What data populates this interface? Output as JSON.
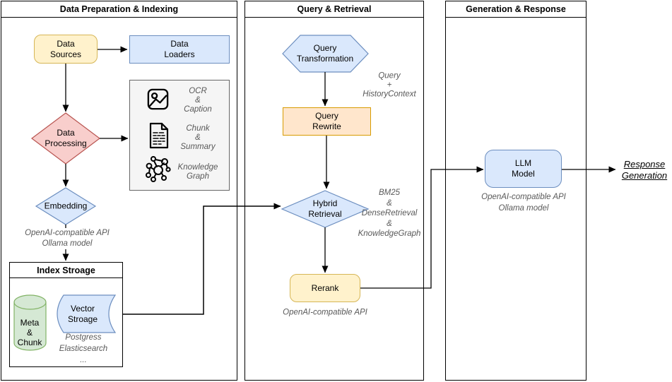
{
  "panels": {
    "prep": {
      "title": "Data Preparation & Indexing"
    },
    "query": {
      "title": "Query & Retrieval"
    },
    "gen": {
      "title": "Generation & Response"
    }
  },
  "nodes": {
    "data_sources": "Data\nSources",
    "data_loaders": "Data\nLoaders",
    "data_processing": "Data\nProcessing",
    "embedding": "Embedding",
    "embedding_note": "OpenAI-compatible API\nOllama model",
    "index_storage_title": "Index Stroage",
    "meta_chunk": "Meta\n&\nChunk",
    "vector_storage": "Vector\nStroage",
    "vector_note": "Postgress\nElasticsearch\n...",
    "query_transformation": "Query\nTransformation",
    "query_note": "Query\n+\nHistoryContext",
    "query_rewrite": "Query\nRewrite",
    "hybrid_retrieval": "Hybrid\nRetrieval",
    "hybrid_note": "BM25\n&\nDenseRetrieval\n&\nKnowledgeGraph",
    "rerank": "Rerank",
    "rerank_note": "OpenAI-compatible API",
    "llm_model": "LLM\nModel",
    "llm_note": "OpenAI-compatible API\nOllama model",
    "response_generation": "Response\nGeneration"
  },
  "notes_box": {
    "items": [
      {
        "icon": "image-icon",
        "label": "OCR\n&\nCaption"
      },
      {
        "icon": "document-icon",
        "label": "Chunk\n&\nSummary"
      },
      {
        "icon": "knowledge-graph-icon",
        "label": "Knowledge\nGraph"
      }
    ]
  },
  "colors": {
    "blue_fill": "#dae8fc",
    "blue_stroke": "#6c8ebf",
    "yellow_fill": "#fff2cc",
    "yellow_stroke": "#d6b656",
    "red_fill": "#f8cecc",
    "red_stroke": "#b85450",
    "orange_fill": "#ffe6cc",
    "orange_stroke": "#d79b00",
    "green_fill": "#d5e8d4",
    "green_stroke": "#82b366",
    "note_fill": "#f5f5f5",
    "note_stroke": "#666666",
    "annotation_text": "#595959",
    "line": "#000000"
  }
}
